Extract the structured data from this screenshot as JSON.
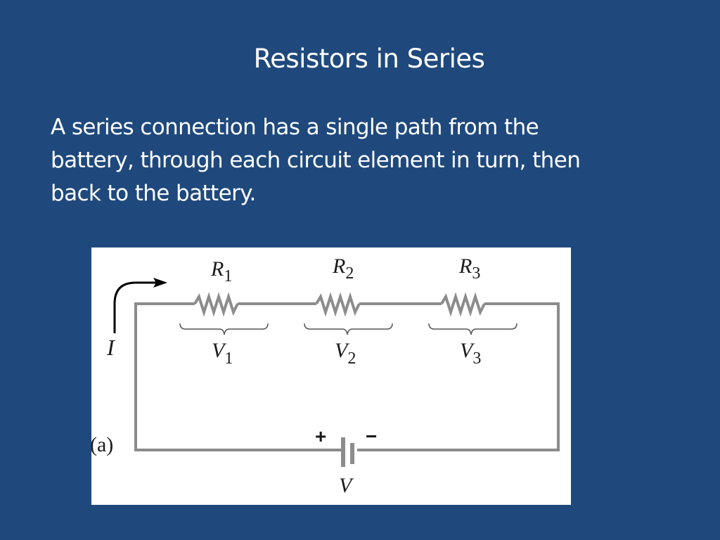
{
  "slide": {
    "title": "Resistors in Series",
    "body_lines": [
      "A series connection has a single path from the",
      "battery, through each circuit element in turn, then",
      "back to the battery."
    ]
  },
  "diagram": {
    "panel_label": "(a)",
    "current_label": "I",
    "resistors": [
      {
        "name": "R",
        "subscript": "1",
        "voltage": "V",
        "voltage_subscript": "1"
      },
      {
        "name": "R",
        "subscript": "2",
        "voltage": "V",
        "voltage_subscript": "2"
      },
      {
        "name": "R",
        "subscript": "3",
        "voltage": "V",
        "voltage_subscript": "3"
      }
    ],
    "battery": {
      "plus": "+",
      "minus": "−",
      "label": "V"
    },
    "colors": {
      "background": "#1f497d",
      "wire": "#8c8c8c",
      "text": "#1a1a1a"
    }
  }
}
